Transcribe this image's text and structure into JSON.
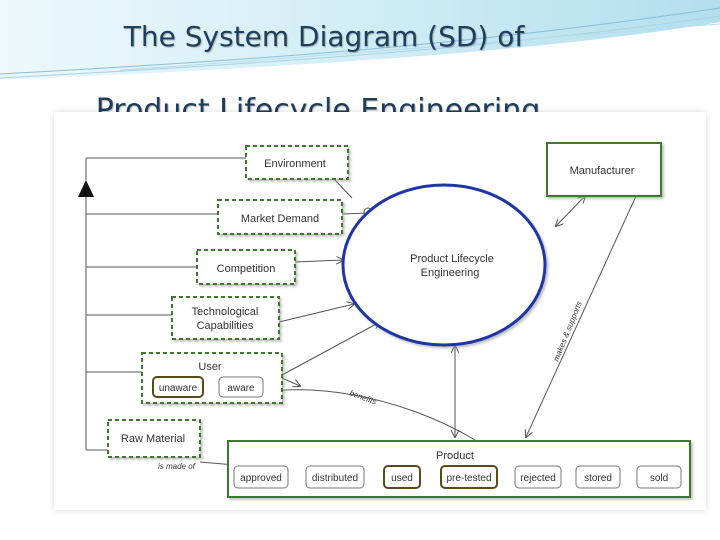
{
  "title": {
    "line1": "The System Diagram (SD) of",
    "line2": "Product Lifecycle Engineering"
  },
  "diagram": {
    "process": "Product Lifecycle\nEngineering",
    "objects": {
      "environment": "Environment",
      "market_demand": "Market Demand",
      "competition": "Competition",
      "technological_capabilities": "Technological\nCapabilities",
      "user": "User",
      "raw_material": "Raw Material",
      "manufacturer": "Manufacturer",
      "product": "Product"
    },
    "user_states": [
      "unaware",
      "aware"
    ],
    "product_states": [
      "approved",
      "distributed",
      "used",
      "pre-tested",
      "rejected",
      "stored",
      "sold"
    ],
    "link_labels": {
      "benefits": "benefits",
      "makes_supports": "makes & supports",
      "is_made_of": "is made of"
    }
  },
  "colors": {
    "process_stroke": "#1f35a8",
    "object_stroke": "#3d7a2e",
    "title_color": "#1f3d5c"
  }
}
